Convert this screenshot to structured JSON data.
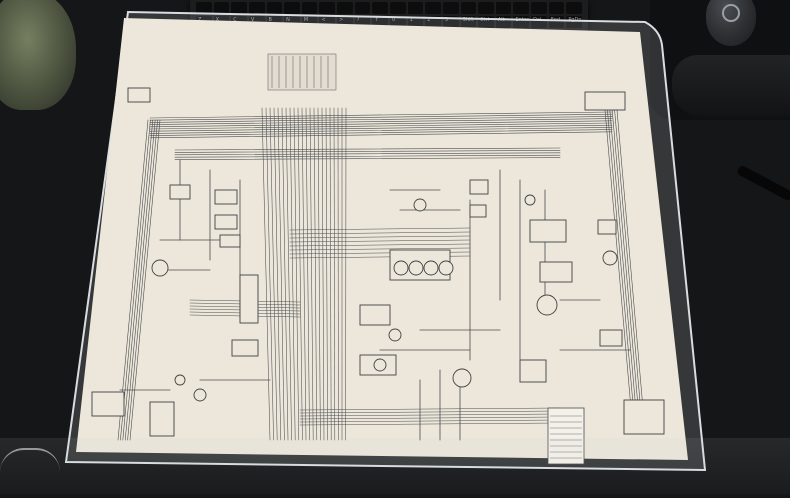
{
  "scene": {
    "keyboard_keys": [
      "Z",
      "X",
      "C",
      "V",
      "B",
      "N",
      "M",
      "<",
      ">",
      "?",
      "↑",
      "0",
      "1",
      "2",
      "3",
      "Shift",
      "Ctrl",
      "Alt",
      "Enter",
      "Del",
      "End",
      "PgDn"
    ],
    "legend_rows": [
      [
        "",
        "",
        ""
      ],
      [
        "",
        "",
        ""
      ],
      [
        "",
        "",
        ""
      ],
      [
        "",
        "",
        ""
      ],
      [
        "",
        "",
        ""
      ],
      [
        "",
        "",
        ""
      ],
      [
        "",
        "",
        ""
      ],
      [
        "",
        "",
        ""
      ]
    ]
  },
  "colors": {
    "desk": "#151617",
    "paper": "#ece7da",
    "ink": "#4a4c50",
    "laminate": "#c9cdd0"
  },
  "icons": {
    "mouse_logo": "logitech-logo-icon"
  }
}
